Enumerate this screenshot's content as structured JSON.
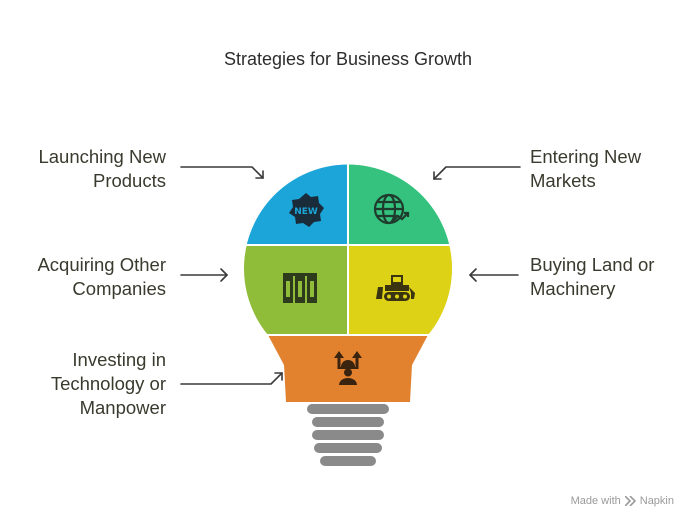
{
  "title": "Strategies for Business Growth",
  "segments": [
    {
      "id": "launching",
      "label": "Launching New\nProducts",
      "icon": "new-badge-icon",
      "icon_text": "NEW",
      "color": "#1ba5d8"
    },
    {
      "id": "entering",
      "label": "Entering New\nMarkets",
      "icon": "globe-growth-icon",
      "color": "#35c27e"
    },
    {
      "id": "acquiring",
      "label": "Acquiring Other\nCompanies",
      "icon": "buildings-icon",
      "color": "#8fbd3a"
    },
    {
      "id": "buying",
      "label": "Buying Land or\nMachinery",
      "icon": "bulldozer-icon",
      "color": "#ddd216"
    },
    {
      "id": "investing",
      "label": "Investing in\nTechnology or\nManpower",
      "icon": "worker-growth-icon",
      "color": "#e2822f"
    }
  ],
  "base_color": "#8a8a8a",
  "watermark": {
    "prefix": "Made with",
    "brand": "Napkin"
  }
}
